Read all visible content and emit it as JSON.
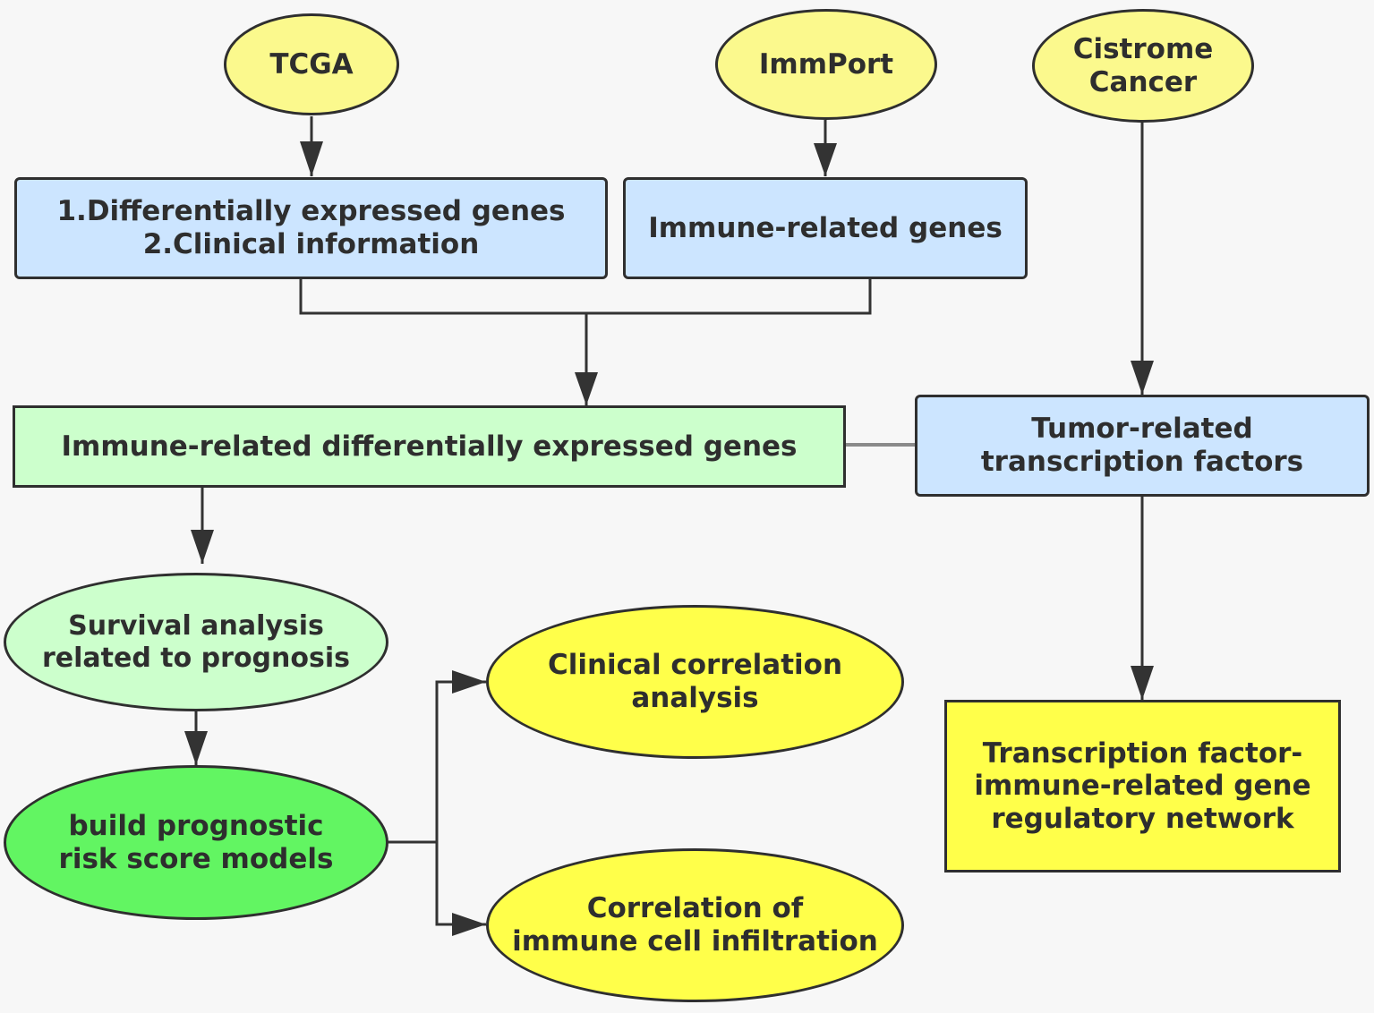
{
  "nodes": {
    "tcga": "TCGA",
    "immport": "ImmPort",
    "cistrome": "Cistrome\nCancer",
    "degs_clinical": "1.Differentially expressed genes\n2.Clinical information",
    "immune_genes": "Immune-related genes",
    "immune_degs": "Immune-related differentially expressed genes",
    "tumor_tf": "Tumor-related\ntranscription factors",
    "survival": "Survival analysis\nrelated to prognosis",
    "risk_model": "build  prognostic\nrisk score models",
    "clinical_corr": "Clinical correlation\nanalysis",
    "immune_infiltration": "Correlation of\nimmune cell infiltration",
    "tf_network": "Transcription factor-\nimmune-related gene\nregulatory network"
  },
  "colors": {
    "yellow": "#fbf98d",
    "bright_yellow": "#ffff4a",
    "light_blue": "#cce5ff",
    "light_green": "#ccffcc",
    "green": "#62f562",
    "border": "#2f2f2f",
    "connector_gray": "#8a8a8a"
  }
}
